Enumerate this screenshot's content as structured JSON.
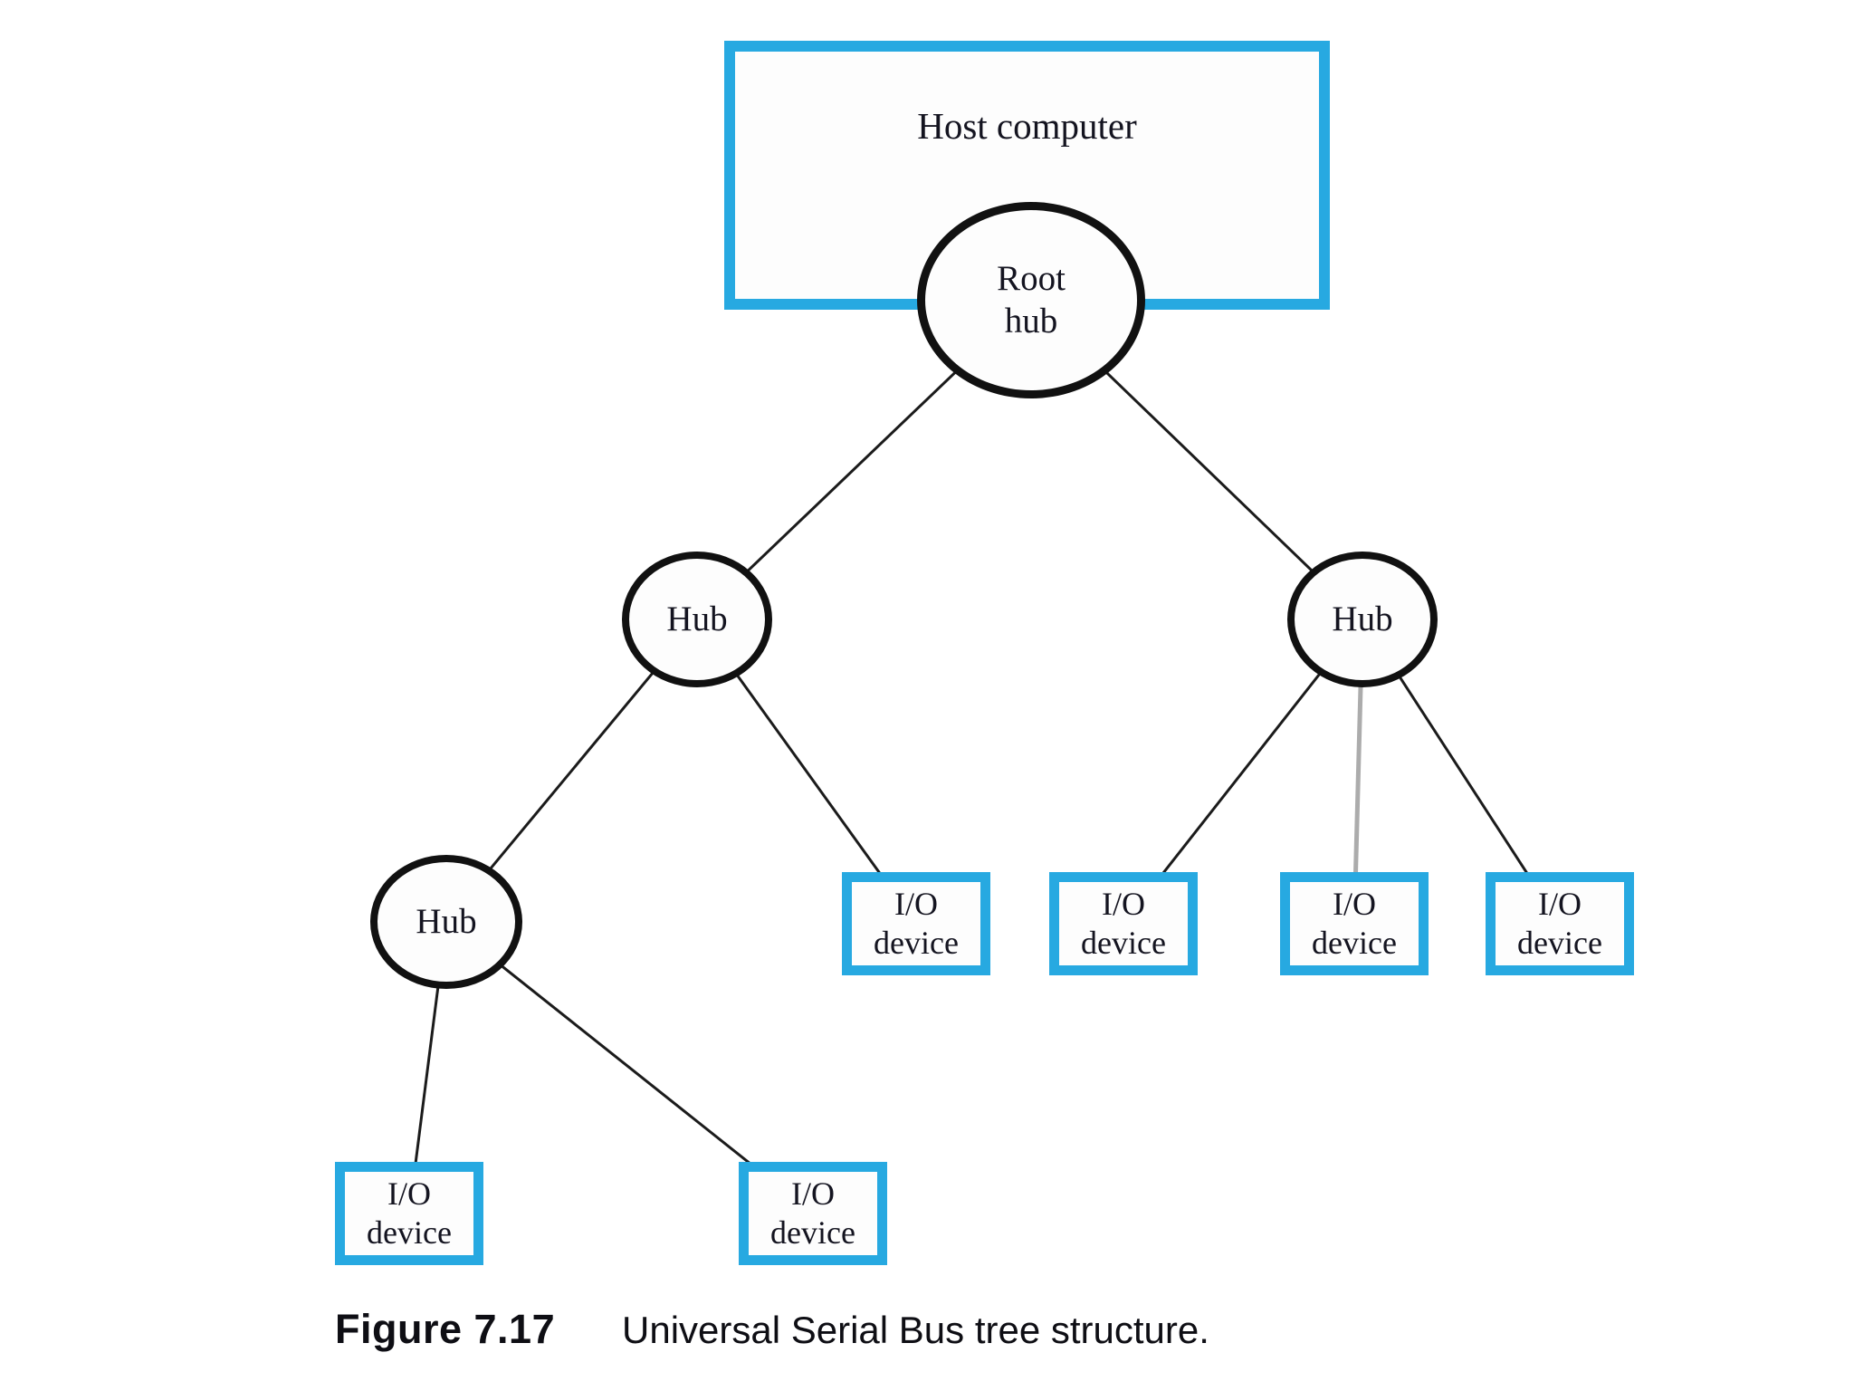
{
  "figure": {
    "caption_label": "Figure 7.17",
    "caption_text": "Universal Serial Bus tree structure."
  },
  "colors": {
    "accent_blue": "#27A9E1",
    "line_black": "#1b1b1b",
    "line_gray": "#ACACAC",
    "text_color": "#141420"
  },
  "nodes": {
    "host": {
      "label": "Host computer"
    },
    "root_hub": {
      "line1": "Root",
      "line2": "hub"
    },
    "hub_left": {
      "label": "Hub"
    },
    "hub_right": {
      "label": "Hub"
    },
    "hub_lower_left": {
      "label": "Hub"
    },
    "io_devices": [
      {
        "line1": "I/O",
        "line2": "device"
      },
      {
        "line1": "I/O",
        "line2": "device"
      },
      {
        "line1": "I/O",
        "line2": "device"
      },
      {
        "line1": "I/O",
        "line2": "device"
      },
      {
        "line1": "I/O",
        "line2": "device"
      },
      {
        "line1": "I/O",
        "line2": "device"
      }
    ]
  }
}
